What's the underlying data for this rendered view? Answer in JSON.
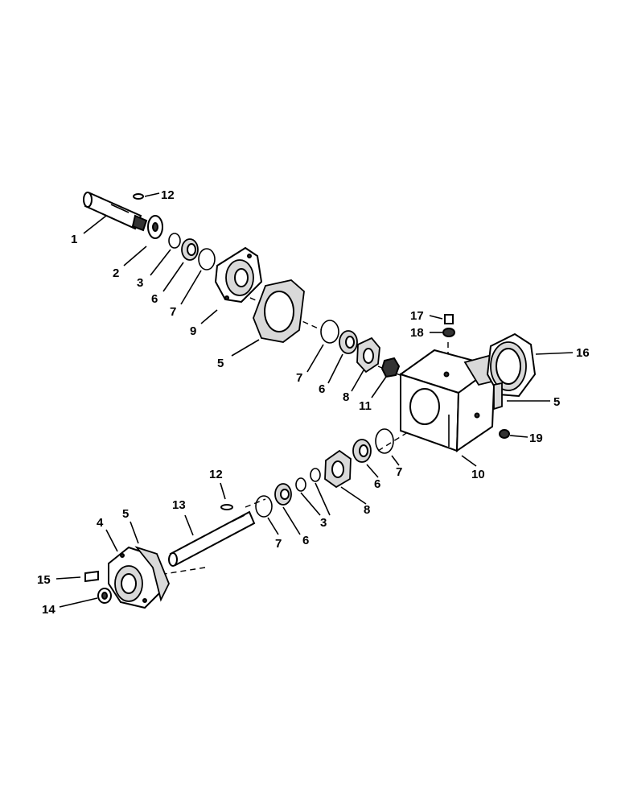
{
  "labels": {
    "l1": "1",
    "l2": "2",
    "l3a": "3",
    "l6a": "6",
    "l7a": "7",
    "l9": "9",
    "l12a": "12",
    "l5a": "5",
    "l7b": "7",
    "l6b": "6",
    "l8a": "8",
    "l11": "11",
    "l17": "17",
    "l18": "18",
    "l16": "16",
    "l5b": "5",
    "l19": "19",
    "l10": "10",
    "l7c": "7",
    "l6c": "6",
    "l8b": "8",
    "l3b": "3",
    "l12b": "12",
    "l13": "13",
    "l7d": "7",
    "l6d": "6",
    "l4": "4",
    "l5c": "5",
    "l15": "15",
    "l14": "14"
  }
}
